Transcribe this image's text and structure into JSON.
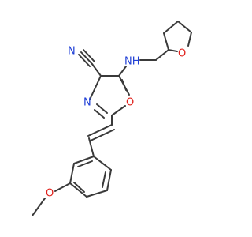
{
  "molecule": {
    "atoms": {
      "n_nitrile": {
        "label": "N",
        "color": "#1f3fd6"
      },
      "nh_amine": {
        "label": "NH",
        "color": "#1f3fd6"
      },
      "o_thf": {
        "label": "O",
        "color": "#e0201b"
      },
      "n_oxazole": {
        "label": "N",
        "color": "#1f3fd6"
      },
      "o_oxazole": {
        "label": "O",
        "color": "#e0201b"
      },
      "o_methoxy": {
        "label": "O",
        "color": "#e0201b"
      }
    },
    "bond_color": "#3a3a3a",
    "background": "#ffffff"
  }
}
